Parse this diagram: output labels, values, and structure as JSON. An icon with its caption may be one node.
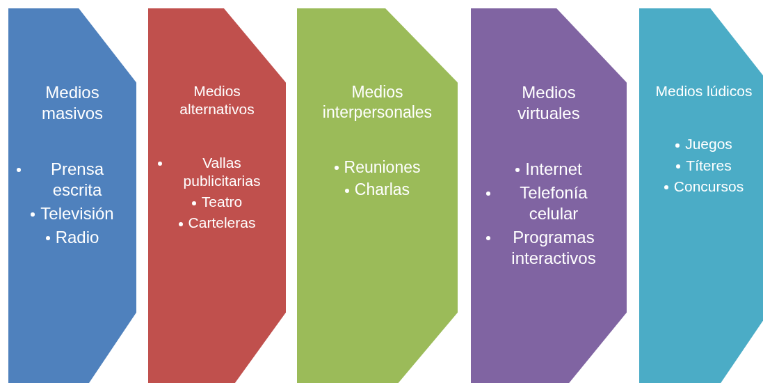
{
  "diagram": {
    "nodes": [
      {
        "text": [
          "Medios masivos",
          "Prensa escrita",
          "Televisión",
          "Radio"
        ]
      },
      {
        "text": [
          "Medios alternativos",
          "Vallas publicitarias",
          "Teatro",
          "Carteleras"
        ]
      },
      {
        "text": [
          "Medios interpersonales",
          "Reuniones",
          "Charlas"
        ]
      },
      {
        "text": [
          "Medios virtuales",
          "Internet",
          "Telefonía celular",
          "Programas interactivos"
        ]
      },
      {
        "text": [
          "Medios lúdicos",
          "Juegos",
          "Títeres",
          "Concursos"
        ]
      }
    ]
  }
}
